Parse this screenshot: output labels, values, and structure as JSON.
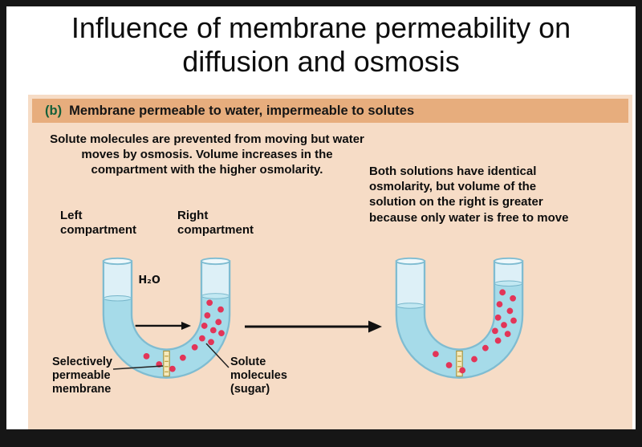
{
  "title": "Influence of membrane permeability on diffusion and osmosis",
  "panel": {
    "header": {
      "index": "(b)",
      "label": "Membrane permeable to water, impermeable to solutes"
    },
    "left_caption": "Solute molecules are prevented from moving but water moves by osmosis. Volume increases in the compartment with the higher osmolarity.",
    "right_caption": "Both solutions have identical osmolarity, but volume of the solution on the right is greater because only water is free to move",
    "labels": {
      "left_compartment": "Left compartment",
      "right_compartment": "Right compartment",
      "h2o": "H₂O",
      "membrane": "Selectively permeable membrane",
      "solute": "Solute molecules (sugar)"
    },
    "colors": {
      "panel_bg": "#f6dcc6",
      "header_bg": "#e7ad7d",
      "header_index": "#15603a",
      "tube_glass": "#ddf0f7",
      "tube_outline": "#7fbcd1",
      "water": "#a6dbe9",
      "solute_dot": "#e23558",
      "membrane_fill": "#f6eabb",
      "membrane_border": "#a8913a"
    }
  }
}
